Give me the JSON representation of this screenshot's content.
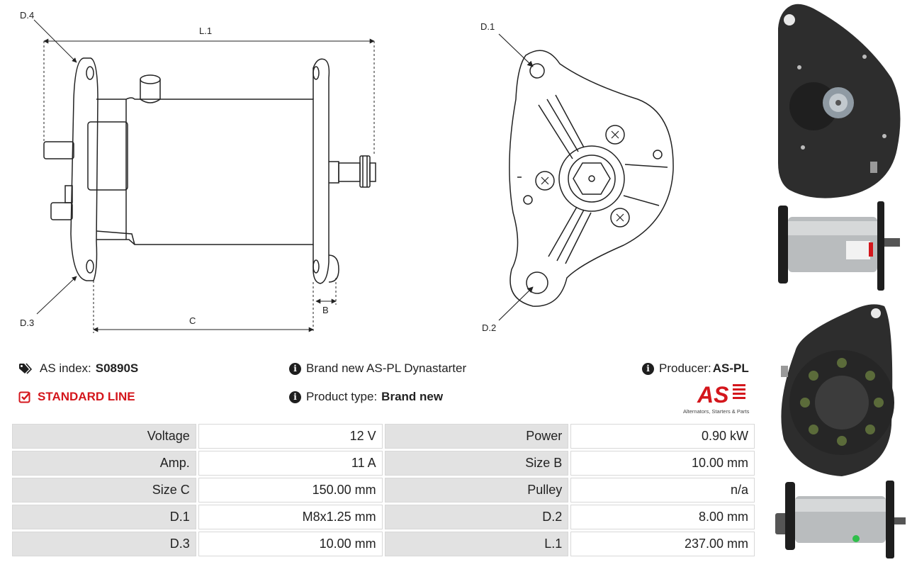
{
  "drawing": {
    "labels": {
      "L1": "L.1",
      "D1": "D.1",
      "D2": "D.2",
      "D3": "D.3",
      "D4": "D.4",
      "B": "B",
      "C": "C"
    }
  },
  "info": {
    "as_index_label": "AS index:",
    "as_index_value": "S0890S",
    "line": "STANDARD LINE",
    "description": "Brand new AS-PL Dynastarter",
    "product_type_label": "Product type:",
    "product_type_value": "Brand new",
    "producer_label": "Producer:",
    "producer_value": "AS-PL",
    "logo_text": "AS",
    "logo_tagline": "Alternators, Starters & Parts"
  },
  "specs": [
    [
      "Voltage",
      "12 V",
      "Power",
      "0.90 kW"
    ],
    [
      "Amp.",
      "11 A",
      "Size B",
      "10.00 mm"
    ],
    [
      "Size C",
      "150.00 mm",
      "Pulley",
      "n/a"
    ],
    [
      "D.1",
      "M8x1.25 mm",
      "D.2",
      "8.00 mm"
    ],
    [
      "D.3",
      "10.00 mm",
      "L.1",
      "237.00 mm"
    ]
  ],
  "colors": {
    "accent": "#d4161c",
    "key_bg": "#e2e2e2",
    "border": "#d8d8d8"
  }
}
